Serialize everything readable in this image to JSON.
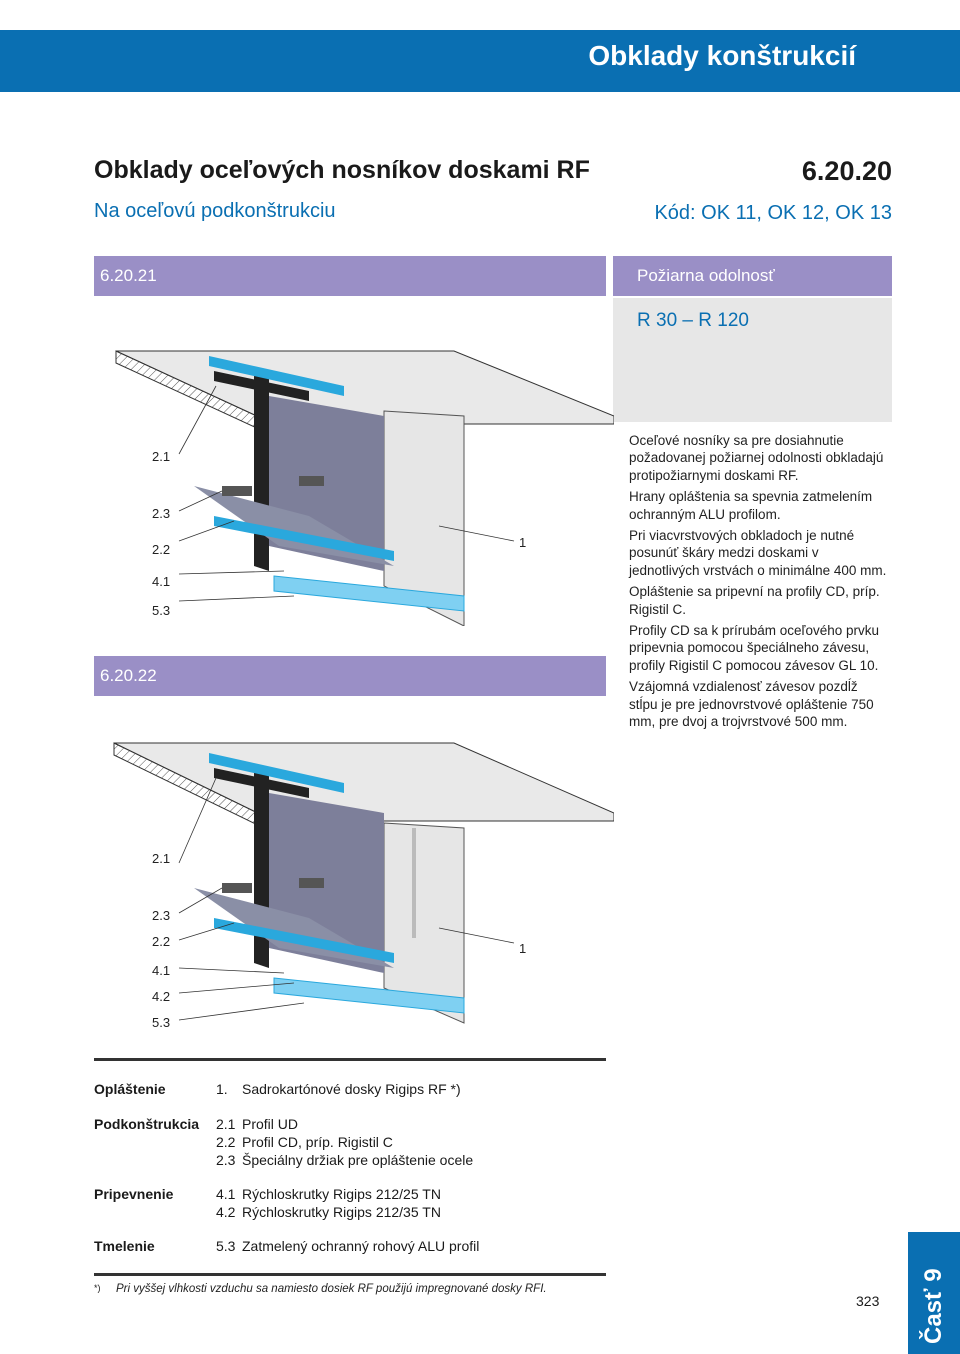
{
  "header": {
    "section_title": "Obklady konštrukcií"
  },
  "title": {
    "main": "Obklady oceľových nosníkov doskami RF",
    "number": "6.20.20",
    "subtitle": "Na oceľovú podkonštrukciu",
    "code": "Kód: OK 11, OK 12, OK 13"
  },
  "fire": {
    "label": "Požiarna odolnosť",
    "value": "R 30 – R 120"
  },
  "figure1": {
    "number": "6.20.21",
    "labels": [
      "2.1",
      "2.3",
      "2.2",
      "4.1",
      "5.3"
    ],
    "label_right": "1"
  },
  "figure2": {
    "number": "6.20.22",
    "labels": [
      "2.1",
      "2.3",
      "2.2",
      "4.1",
      "4.2",
      "5.3"
    ],
    "label_right": "1"
  },
  "description": [
    "Oceľové nosníky sa pre dosiahnutie požadovanej požiarnej odolnosti obkladajú protipožiarnymi doskami RF.",
    "Hrany opláštenia sa spevnia zatmelením ochranným ALU profilom.",
    "Pri viacvrstvových obkladoch je nutné posunúť škáry medzi doskami v jednotlivých vrstvách o minimálne 400 mm.",
    "Opláštenie sa pripevní na profily CD, príp. Rigistil C.",
    "Profily CD sa k prírubám oceľového prvku pripevnia pomocou špeciálneho závesu, profily Rigistil C pomocou závesov GL 10.",
    "Vzájomná vzdialenosť závesov pozdĺž stĺpu je pre jednovrstvové opláštenie 750 mm, pre dvoj a trojvrstvové 500 mm."
  ],
  "legend": {
    "groups": [
      {
        "name": "Opláštenie",
        "items": [
          {
            "code": "1.",
            "text": "Sadrokartónové dosky Rigips RF *)"
          }
        ]
      },
      {
        "name": "Podkonštrukcia",
        "items": [
          {
            "code": "2.1",
            "text": "Profil UD"
          },
          {
            "code": "2.2",
            "text": "Profil CD, príp. Rigistil C"
          },
          {
            "code": "2.3",
            "text": "Špeciálny držiak pre opláštenie ocele"
          }
        ]
      },
      {
        "name": "Pripevnenie",
        "items": [
          {
            "code": "4.1",
            "text": "Rýchloskrutky Rigips 212/25 TN"
          },
          {
            "code": "4.2",
            "text": "Rýchloskrutky Rigips 212/35 TN"
          }
        ]
      },
      {
        "name": "Tmelenie",
        "items": [
          {
            "code": "5.3",
            "text": "Zatmelený ochranný rohový ALU profil"
          }
        ]
      }
    ]
  },
  "footnote": {
    "mark": "*)",
    "text": "Pri vyššej vlhkosti vzduchu sa namiesto dosiek RF použijú impregnované dosky RFI."
  },
  "footer": {
    "page_number": "323",
    "part": "Časť 9"
  },
  "colors": {
    "blue": "#0a6fb2",
    "purple": "#9a8fc6",
    "gray": "#e7e7e7",
    "profile": "#2aa8dd"
  }
}
